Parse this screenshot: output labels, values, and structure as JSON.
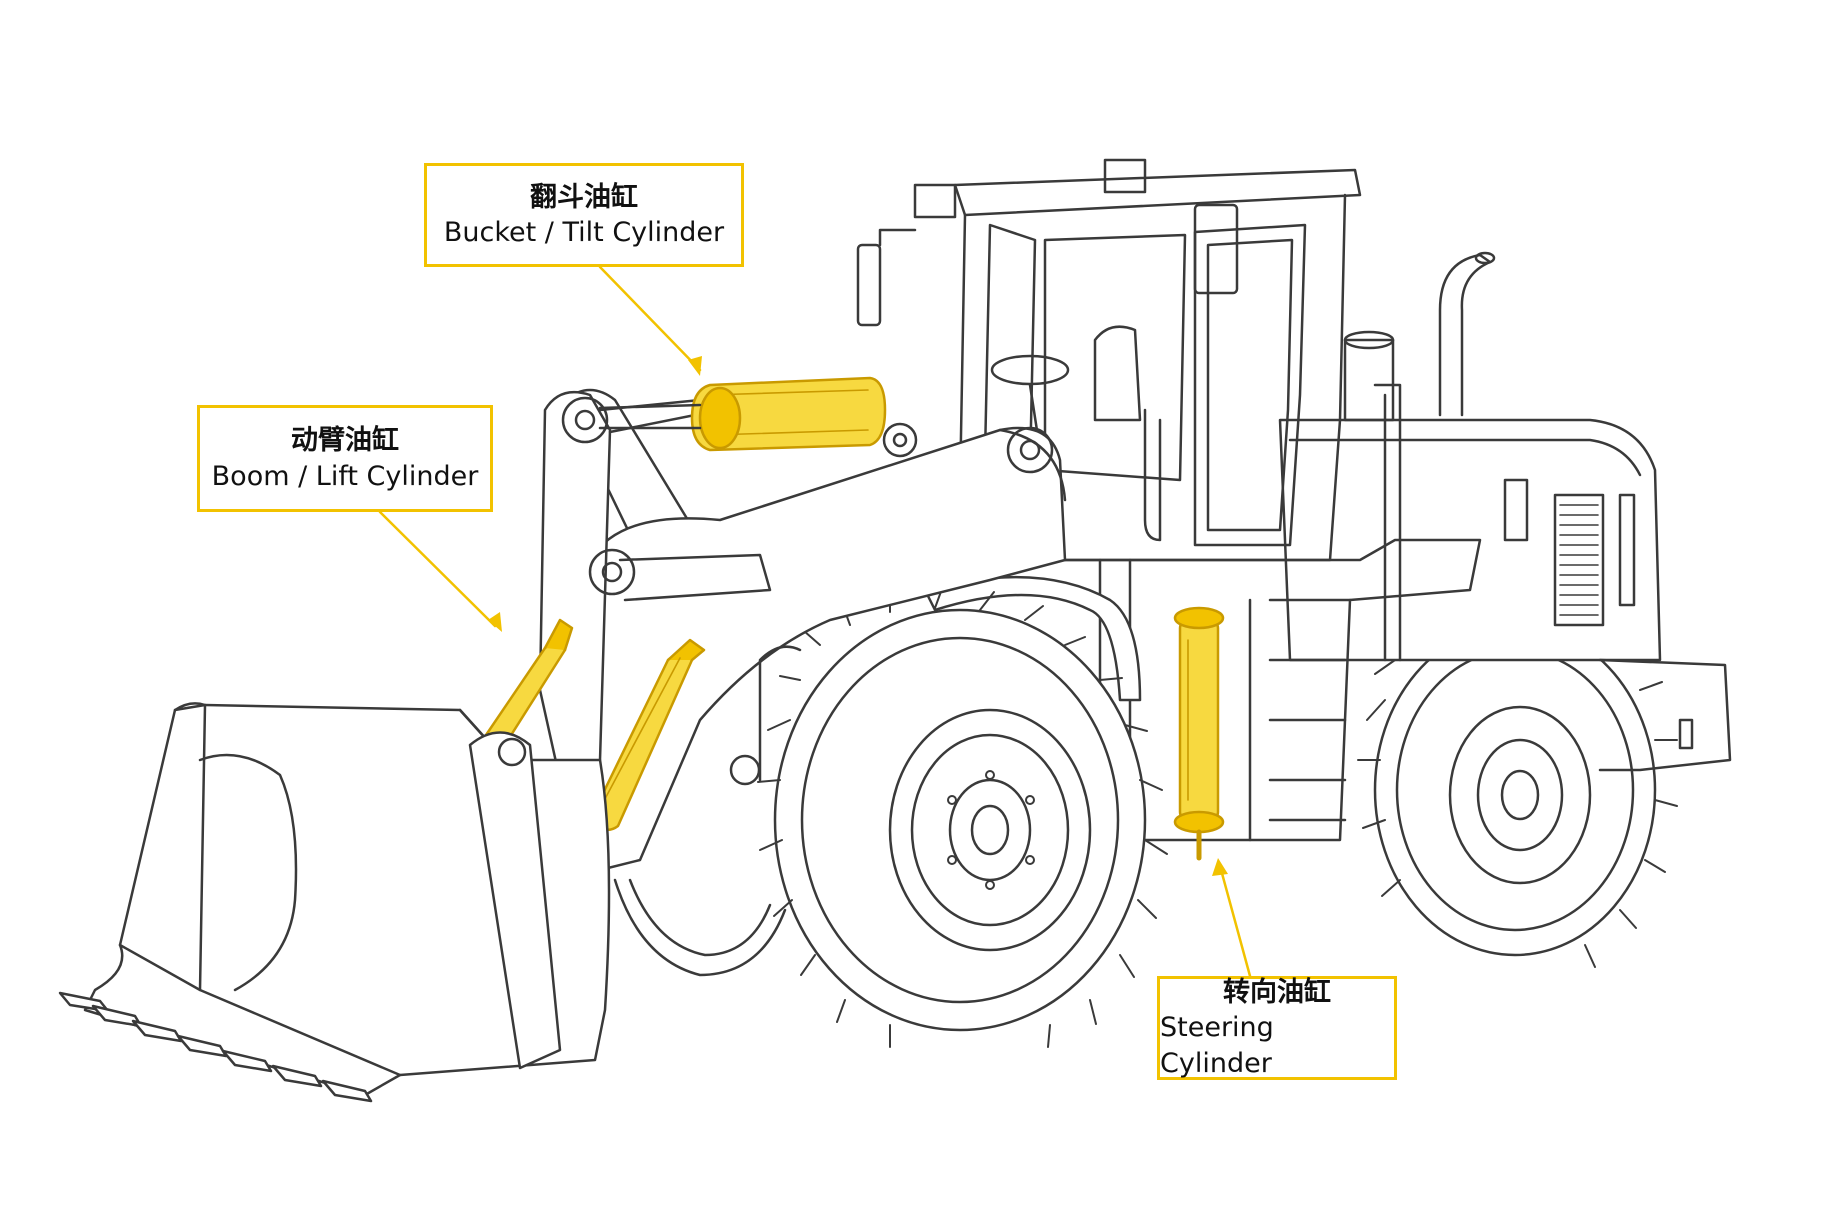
{
  "colors": {
    "accent": "#F2C200",
    "cylinder_fill": "#F7D940",
    "line": "#3a3a3a",
    "background": "#ffffff"
  },
  "callouts": {
    "tilt": {
      "zh": "翻斗油缸",
      "en": "Bucket / Tilt Cylinder"
    },
    "lift": {
      "zh": "动臂油缸",
      "en": "Boom / Lift Cylinder"
    },
    "steer": {
      "zh": "转向油缸",
      "en": "Steering Cylinder"
    }
  }
}
